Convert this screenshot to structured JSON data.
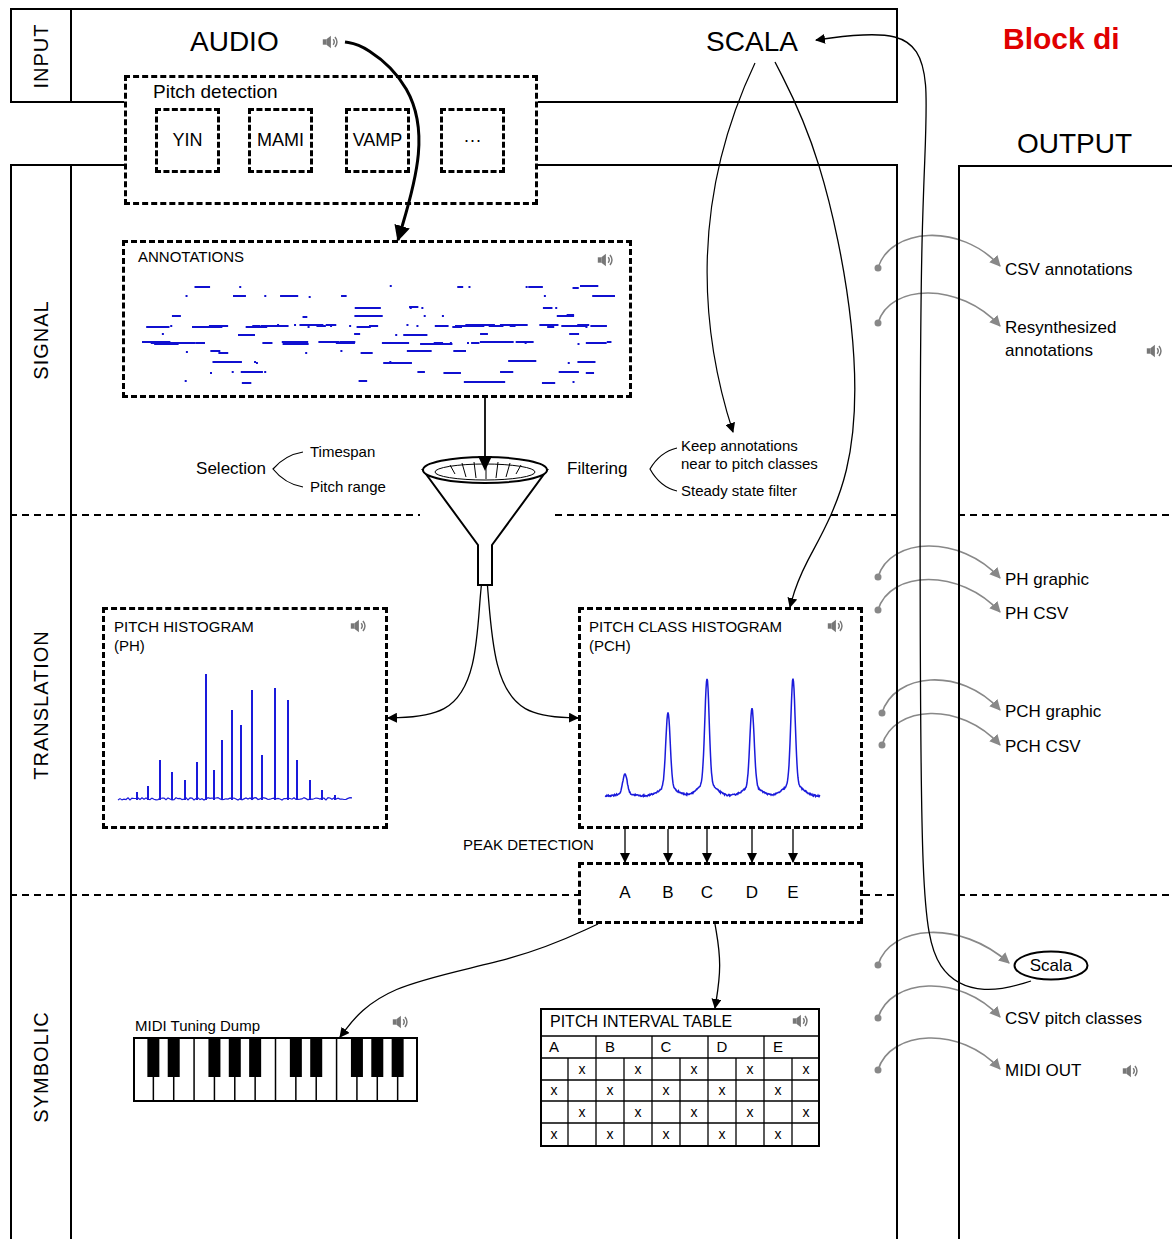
{
  "diagram": {
    "title": "Block di",
    "nodes": [
      {
        "text": [
          "INPUT"
        ]
      },
      {
        "text": [
          "AUDIO"
        ],
        "in": 0
      },
      {
        "text": [
          "SCALA"
        ],
        "in": 0
      },
      {
        "text": [
          "OUTPUT"
        ]
      },
      {
        "text": [
          "Pitch detection"
        ]
      },
      {
        "text": [
          "YIN"
        ],
        "in": 4
      },
      {
        "text": [
          "MAMI"
        ],
        "in": 4
      },
      {
        "text": [
          "VAMP"
        ],
        "in": 4
      },
      {
        "text": [
          "···"
        ],
        "in": 4
      },
      {
        "text": [
          "SIGNAL"
        ]
      },
      {
        "text": [
          "ANNOTATIONS"
        ],
        "in": 9
      },
      {
        "text": [
          "TRANSLATION"
        ]
      },
      {
        "text": [
          "PITCH HISTOGRAM (PH)"
        ],
        "in": 11
      },
      {
        "text": [
          "PITCH CLASS HISTOGRAM (PCH)"
        ],
        "in": 11
      },
      {
        "text": [
          "A",
          "B",
          "C",
          "D",
          "E"
        ]
      },
      {
        "text": [
          "SYMBOLIC"
        ]
      },
      {
        "text": [
          "MIDI Tuning Dump"
        ],
        "in": 15
      },
      {
        "text": [
          "PITCH INTERVAL TABLE"
        ],
        "in": 15
      },
      {
        "text": [
          "Scala"
        ],
        "in": 3
      }
    ],
    "edges": [
      {
        "from": 1,
        "to": 10,
        "arrow": "to"
      },
      {
        "from": 10,
        "to": 12,
        "arrow": "to"
      },
      {
        "from": 10,
        "to": 13,
        "arrow": "to"
      },
      {
        "from": 2,
        "to": 13,
        "arrow": "to"
      },
      {
        "from": 13,
        "to": 14,
        "arrow": "to"
      },
      {
        "from": 13,
        "to": 14,
        "arrow": "to"
      },
      {
        "from": 13,
        "to": 14,
        "arrow": "to"
      },
      {
        "from": 13,
        "to": 14,
        "arrow": "to"
      },
      {
        "from": 13,
        "to": 14,
        "arrow": "to"
      },
      {
        "from": 14,
        "to": 16,
        "arrow": "to"
      },
      {
        "from": 14,
        "to": 17,
        "arrow": "to"
      },
      {
        "from": 18,
        "to": 2,
        "arrow": "to"
      }
    ],
    "labels": [
      "Selection",
      "Timespan",
      "Pitch range",
      "Filtering",
      "Keep annotations near to pitch classes",
      "Steady state filter",
      "PEAK DETECTION",
      "A",
      "B",
      "C",
      "D",
      "E",
      "x",
      "x",
      "x",
      "x",
      "x",
      "x",
      "x",
      "x",
      "x",
      "x",
      "x",
      "x",
      "x",
      "x",
      "x",
      "x",
      "x",
      "x",
      "x",
      "x",
      "CSV annotations",
      "Resynthesized annotations",
      "PH graphic",
      "PH CSV",
      "PCH graphic",
      "PCH CSV",
      "CSV pitch classes",
      "MIDI OUT"
    ]
  }
}
